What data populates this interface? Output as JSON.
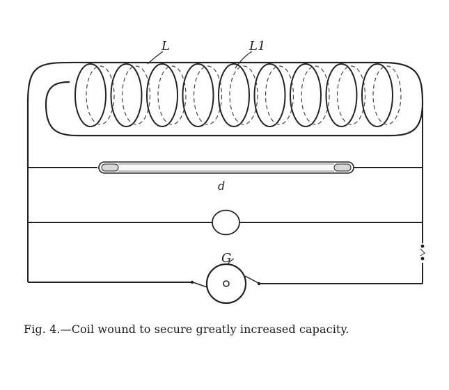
{
  "figure": {
    "labels": {
      "coil_label_1": "L",
      "coil_label_2": "L1",
      "tube_label": "d",
      "generator_label": "G"
    },
    "caption": "Fig. 4.—Coil wound to secure greatly increased capacity."
  }
}
